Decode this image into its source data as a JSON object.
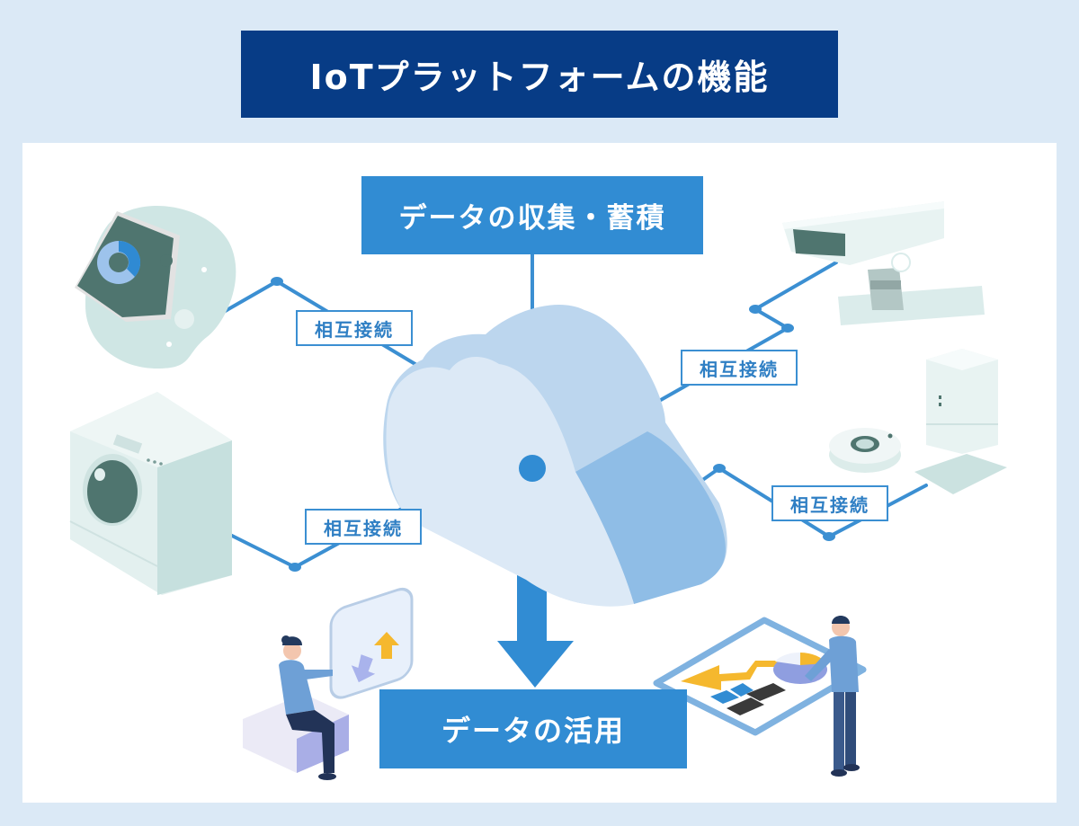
{
  "title": "IoTプラットフォームの機能",
  "hub": {
    "collect_label": "データの収集・蓄積",
    "use_label": "データの活用",
    "cloud_icon": "cloud-icon",
    "arrow_icon": "arrow-down-icon"
  },
  "connections": [
    {
      "label": "相互接続",
      "device": "smartwatch",
      "device_icon": "smartwatch-icon"
    },
    {
      "label": "相互接続",
      "device": "security camera",
      "device_icon": "security-camera-icon"
    },
    {
      "label": "相互接続",
      "device": "washing machine",
      "device_icon": "washing-machine-icon"
    },
    {
      "label": "相互接続",
      "device": "smart speaker and sensor",
      "device_icon": "smart-home-device-icon"
    }
  ],
  "people": [
    {
      "role": "woman seated using data exchange screen",
      "icon": "person-seated-icon"
    },
    {
      "role": "man analyzing chart dashboard",
      "icon": "person-standing-icon"
    }
  ],
  "colors": {
    "background": "#dbe9f6",
    "title_bg": "#073c86",
    "primary_blue": "#318cd3",
    "line_blue": "#3b8fd2",
    "cloud_light": "#dce9f6",
    "cloud_mid": "#bcd6ee",
    "cloud_dark": "#8fbde6",
    "device_body": "#e3f0ef",
    "device_screen": "#4f756f",
    "accent_yellow": "#f5b82e"
  }
}
